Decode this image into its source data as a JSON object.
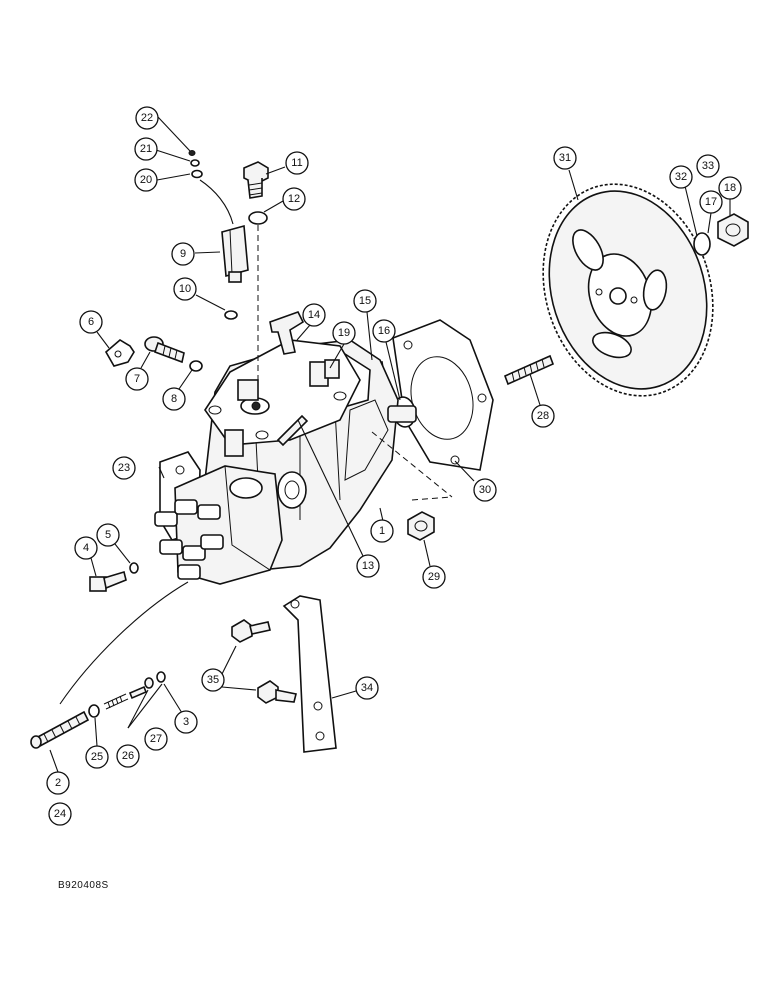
{
  "figure_id": "B920408S",
  "callouts": [
    "1",
    "2",
    "3",
    "4",
    "5",
    "6",
    "7",
    "8",
    "9",
    "10",
    "11",
    "12",
    "13",
    "14",
    "15",
    "16",
    "17",
    "18",
    "19",
    "20",
    "21",
    "22",
    "23",
    "24",
    "25",
    "26",
    "27",
    "28",
    "29",
    "30",
    "31",
    "32",
    "33",
    "34",
    "35"
  ]
}
